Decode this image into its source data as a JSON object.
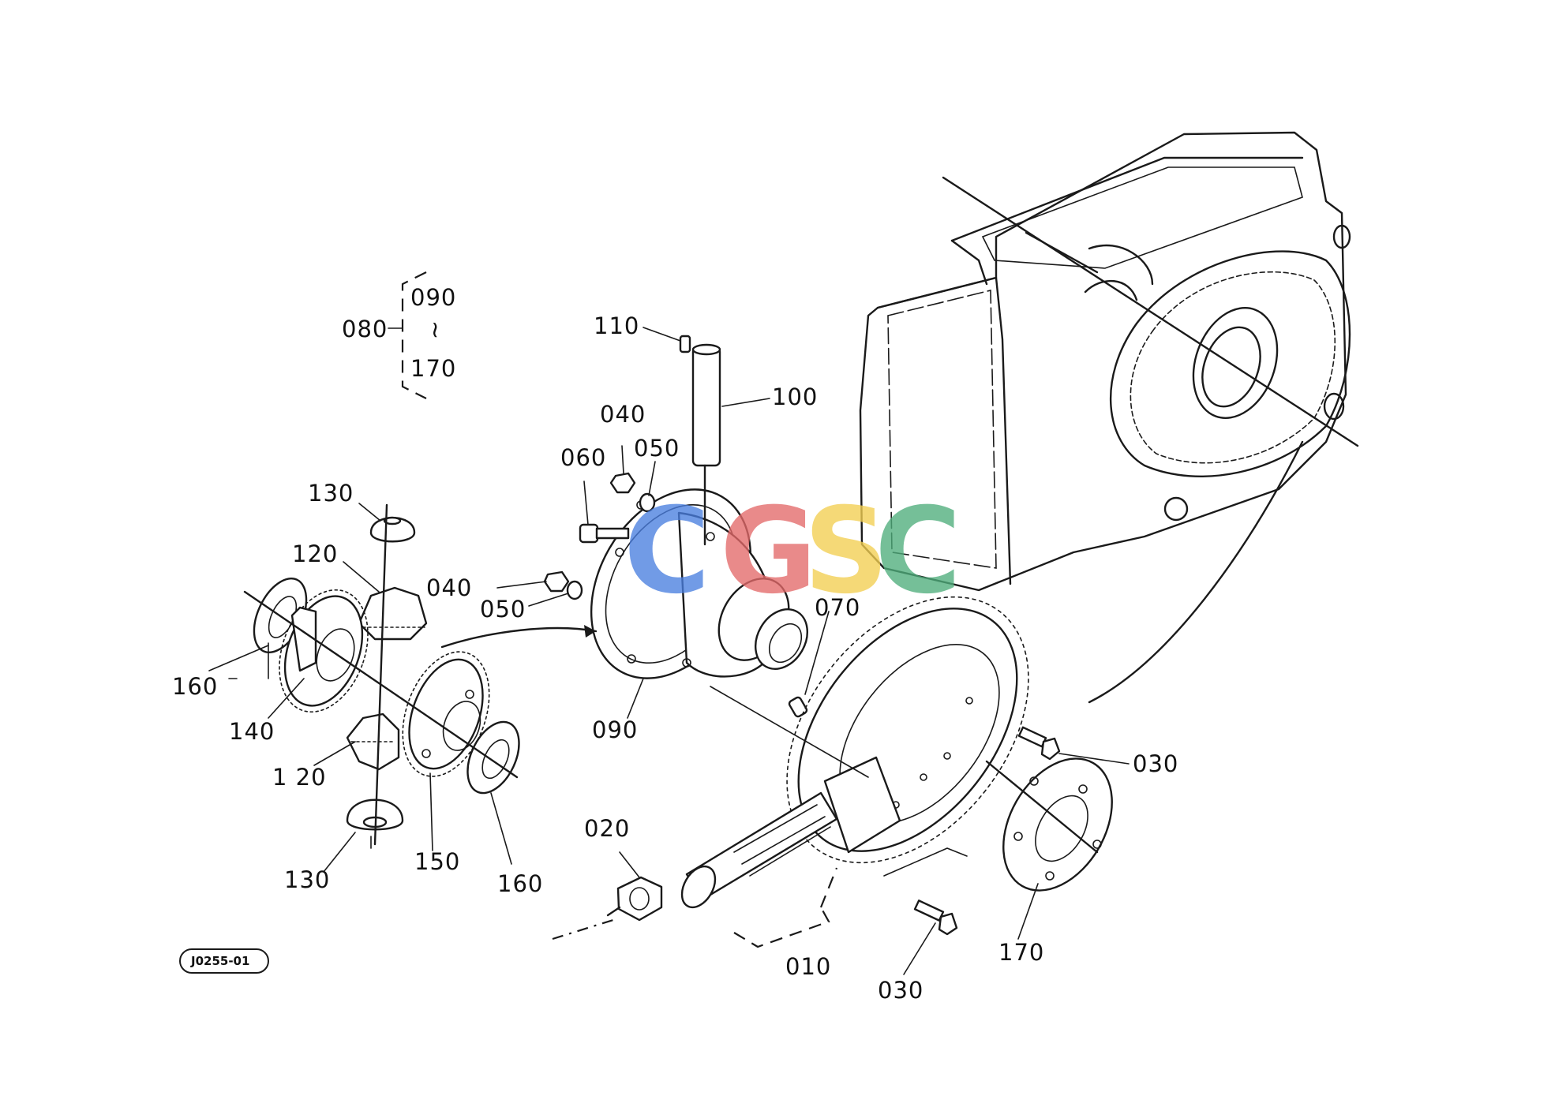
{
  "labels": {
    "p010": "010",
    "p020": "020",
    "p030a": "030",
    "p030b": "030",
    "p040a": "040",
    "p040b": "040",
    "p050a": "050",
    "p050b": "050",
    "p060": "060",
    "p070": "070",
    "p080": "080",
    "p090": "090",
    "p090g": "090",
    "p100": "100",
    "p110": "110",
    "p120a": "120",
    "p120b": "1 20",
    "p130a": "130",
    "p130b": "130",
    "p140": "140",
    "p150": "150",
    "p160a": "160",
    "p160b": "160",
    "p170": "170",
    "p170g": "170",
    "tilde": "~"
  },
  "reference_code": "J0255-01",
  "watermark": {
    "letters": [
      "C",
      "G",
      "S",
      "C"
    ],
    "colors": [
      "#4a7fe0",
      "#e46a6a",
      "#f3cf52",
      "#4fae7c"
    ]
  }
}
